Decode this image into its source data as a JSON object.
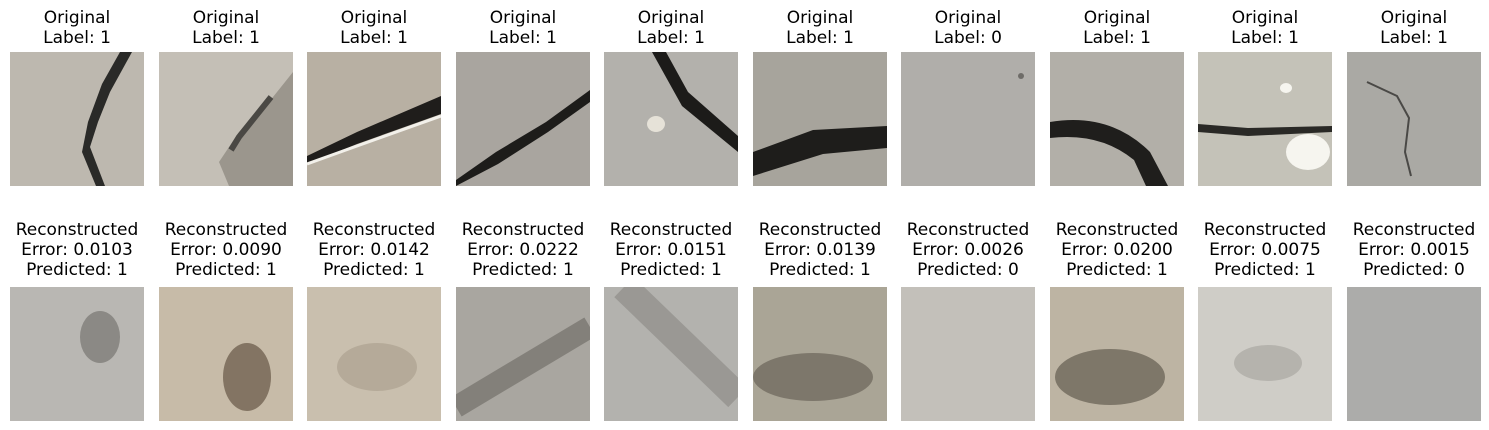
{
  "panels": [
    {
      "top_line1": "Original",
      "top_line2": "Label: 1",
      "bottom_line1": "Reconstructed",
      "bottom_line2": "Error: 0.0103",
      "bottom_line3": "Predicted: 1",
      "orig_color": "#bdb8af",
      "recon_color": "#b9b7b3"
    },
    {
      "top_line1": "Original",
      "top_line2": "Label: 1",
      "bottom_line1": "Reconstructed",
      "bottom_line2": "Error: 0.0090",
      "bottom_line3": "Predicted: 1",
      "orig_color": "#c4bfb6",
      "recon_color": "#c7bba8"
    },
    {
      "top_line1": "Original",
      "top_line2": "Label: 1",
      "bottom_line1": "Reconstructed",
      "bottom_line2": "Error: 0.0142",
      "bottom_line3": "Predicted: 1",
      "orig_color": "#b8b0a3",
      "recon_color": "#c9bfae"
    },
    {
      "top_line1": "Original",
      "top_line2": "Label: 1",
      "bottom_line1": "Reconstructed",
      "bottom_line2": "Error: 0.0222",
      "bottom_line3": "Predicted: 1",
      "orig_color": "#a9a59f",
      "recon_color": "#a9a6a0"
    },
    {
      "top_line1": "Original",
      "top_line2": "Label: 1",
      "bottom_line1": "Reconstructed",
      "bottom_line2": "Error: 0.0151",
      "bottom_line3": "Predicted: 1",
      "orig_color": "#b3b1ac",
      "recon_color": "#b3b2ae"
    },
    {
      "top_line1": "Original",
      "top_line2": "Label: 1",
      "bottom_line1": "Reconstructed",
      "bottom_line2": "Error: 0.0139",
      "bottom_line3": "Predicted: 1",
      "orig_color": "#a7a49c",
      "recon_color": "#aaa596"
    },
    {
      "top_line1": "Original",
      "top_line2": "Label: 0",
      "bottom_line1": "Reconstructed",
      "bottom_line2": "Error: 0.0026",
      "bottom_line3": "Predicted: 0",
      "orig_color": "#b0aeaa",
      "recon_color": "#c3c0ba"
    },
    {
      "top_line1": "Original",
      "top_line2": "Label: 1",
      "bottom_line1": "Reconstructed",
      "bottom_line2": "Error: 0.0200",
      "bottom_line3": "Predicted: 1",
      "orig_color": "#b2afa8",
      "recon_color": "#bdb4a3"
    },
    {
      "top_line1": "Original",
      "top_line2": "Label: 1",
      "bottom_line1": "Reconstructed",
      "bottom_line2": "Error: 0.0075",
      "bottom_line3": "Predicted: 1",
      "orig_color": "#c4c2b8",
      "recon_color": "#cfcdc7"
    },
    {
      "top_line1": "Original",
      "top_line2": "Label: 1",
      "bottom_line1": "Reconstructed",
      "bottom_line2": "Error: 0.0015",
      "bottom_line3": "Predicted: 0",
      "orig_color": "#aaa9a4",
      "recon_color": "#acacaa"
    }
  ]
}
